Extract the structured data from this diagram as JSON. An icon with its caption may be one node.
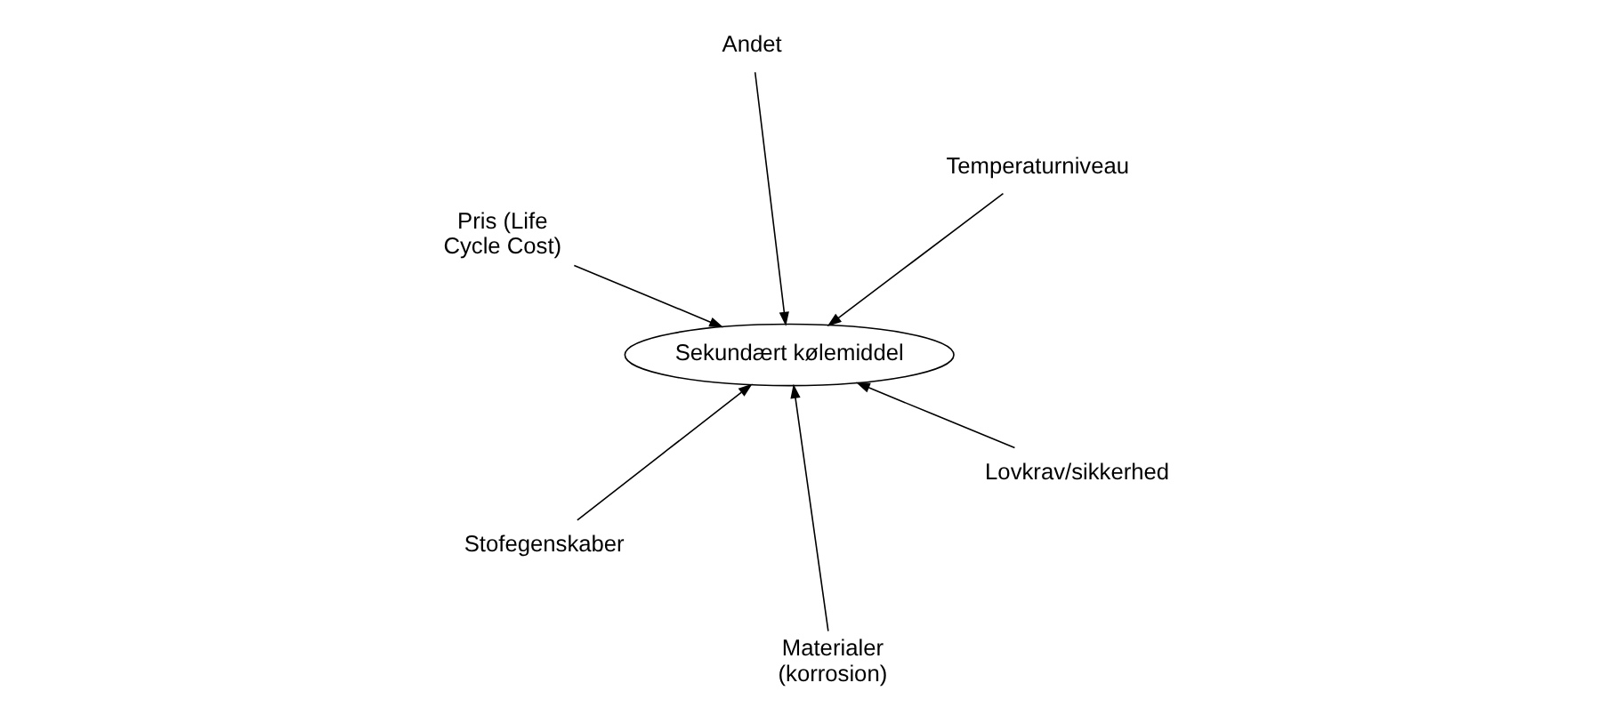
{
  "diagram": {
    "nodes": [
      {
        "text": [
          "Pris (Life Cycle Cost)"
        ]
      },
      {
        "text": [
          "Lovkrav/sikkerhed"
        ]
      },
      {
        "text": [
          "Materialer (korrosion)"
        ]
      },
      {
        "text": [
          "Sekundært kølemiddel"
        ]
      },
      {
        "text": [
          "Temperaturniveau"
        ]
      },
      {
        "text": [
          "Andet"
        ]
      },
      {
        "text": [
          "Stofegenskaber"
        ]
      }
    ],
    "edges": [
      {
        "from": 0,
        "to": 3,
        "arrow": "to"
      },
      {
        "from": 1,
        "to": 3,
        "arrow": "to"
      },
      {
        "from": 2,
        "to": 3,
        "arrow": "to"
      },
      {
        "from": 4,
        "to": 3,
        "arrow": "to"
      },
      {
        "from": 6,
        "to": 3,
        "arrow": "to"
      },
      {
        "from": 5,
        "to": 3,
        "arrow": "to"
      }
    ]
  }
}
